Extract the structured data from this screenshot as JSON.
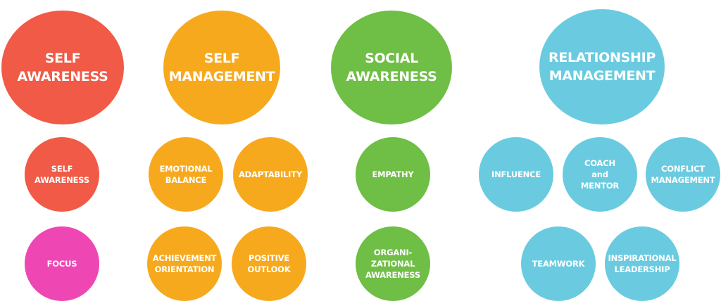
{
  "colors": {
    "self_awareness": "#f05a46",
    "self_management": "#f7a91e",
    "social_awareness": "#6fbe45",
    "relationship_management": "#6acbe0",
    "focus": "#ee47b3"
  },
  "domains": {
    "self_awareness": "SELF\nAWARENESS",
    "self_management": "SELF\nMANAGEMENT",
    "social_awareness": "SOCIAL\nAWARENESS",
    "relationship_management": "RELATIONSHIP\nMANAGEMENT"
  },
  "competencies": {
    "self_awareness": "SELF\nAWARENESS",
    "focus": "FOCUS",
    "emotional_balance": "EMOTIONAL\nBALANCE",
    "adaptability": "ADAPTABILITY",
    "achievement_orientation": "ACHIEVEMENT\nORIENTATION",
    "positive_outlook": "POSITIVE\nOUTLOOK",
    "empathy": "EMPATHY",
    "organizational_awareness": "ORGANI-\nZATIONAL\nAWARENESS",
    "influence": "INFLUENCE",
    "coach_and_mentor": "COACH\nand\nMENTOR",
    "conflict_management": "CONFLICT\nMANAGEMENT",
    "teamwork": "TEAMWORK",
    "inspirational_leadership": "INSPIRATIONAL\nLEADERSHIP"
  }
}
